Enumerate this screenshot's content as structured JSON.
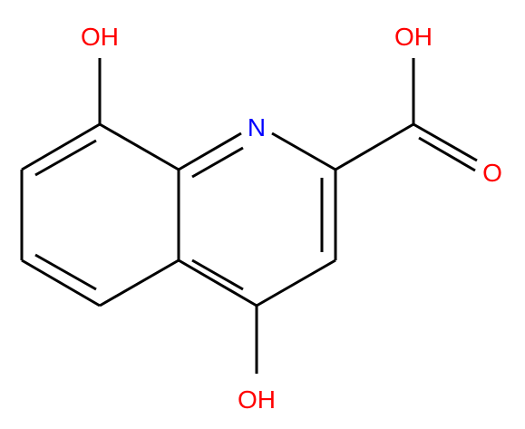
{
  "molecule": {
    "atom_labels": [
      {
        "id": "oh-top-left",
        "text": "OH",
        "color": "#ff0000"
      },
      {
        "id": "n-ring",
        "text": "N",
        "color": "#0000ff"
      },
      {
        "id": "oh-acid",
        "text": "OH",
        "color": "#ff0000"
      },
      {
        "id": "o-carbonyl",
        "text": "O",
        "color": "#ff0000"
      },
      {
        "id": "oh-bottom",
        "text": "OH",
        "color": "#ff0000"
      }
    ],
    "bond_color": "#000000"
  }
}
